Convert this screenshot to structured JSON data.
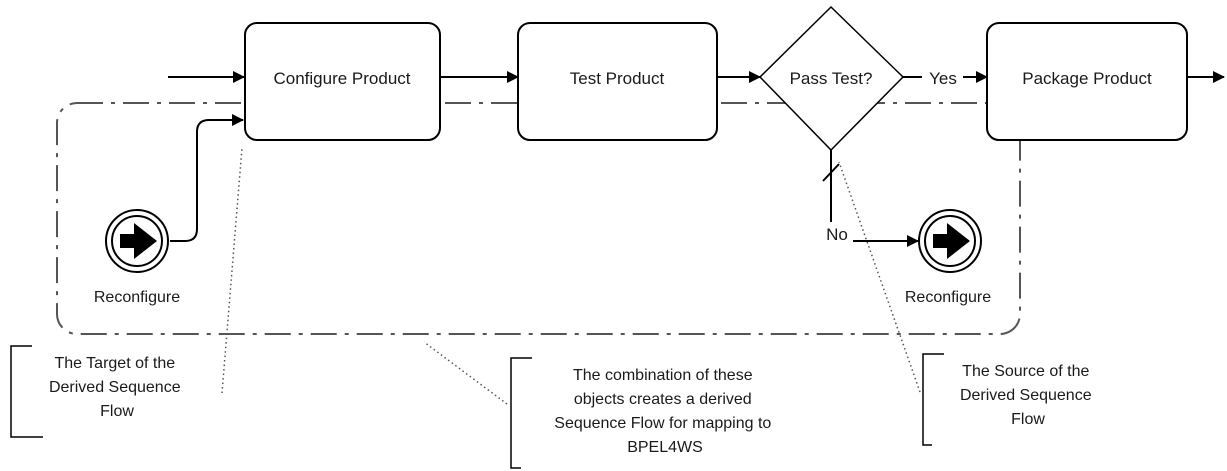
{
  "diagram": {
    "tasks": {
      "configure": "Configure Product",
      "test": "Test Product",
      "package": "Package Product"
    },
    "gateway": {
      "label": "Pass Test?"
    },
    "flows": {
      "yes": "Yes",
      "no": "No"
    },
    "events": {
      "left": "Reconfigure",
      "right": "Reconfigure"
    },
    "annotations": {
      "target": [
        "The Target of the",
        "Derived Sequence",
        "Flow"
      ],
      "combination": [
        "The combination of these",
        "objects creates a derived",
        "Sequence Flow for mapping to",
        "BPEL4WS"
      ],
      "source": [
        "The Source of the",
        "Derived Sequence",
        "Flow"
      ]
    }
  }
}
